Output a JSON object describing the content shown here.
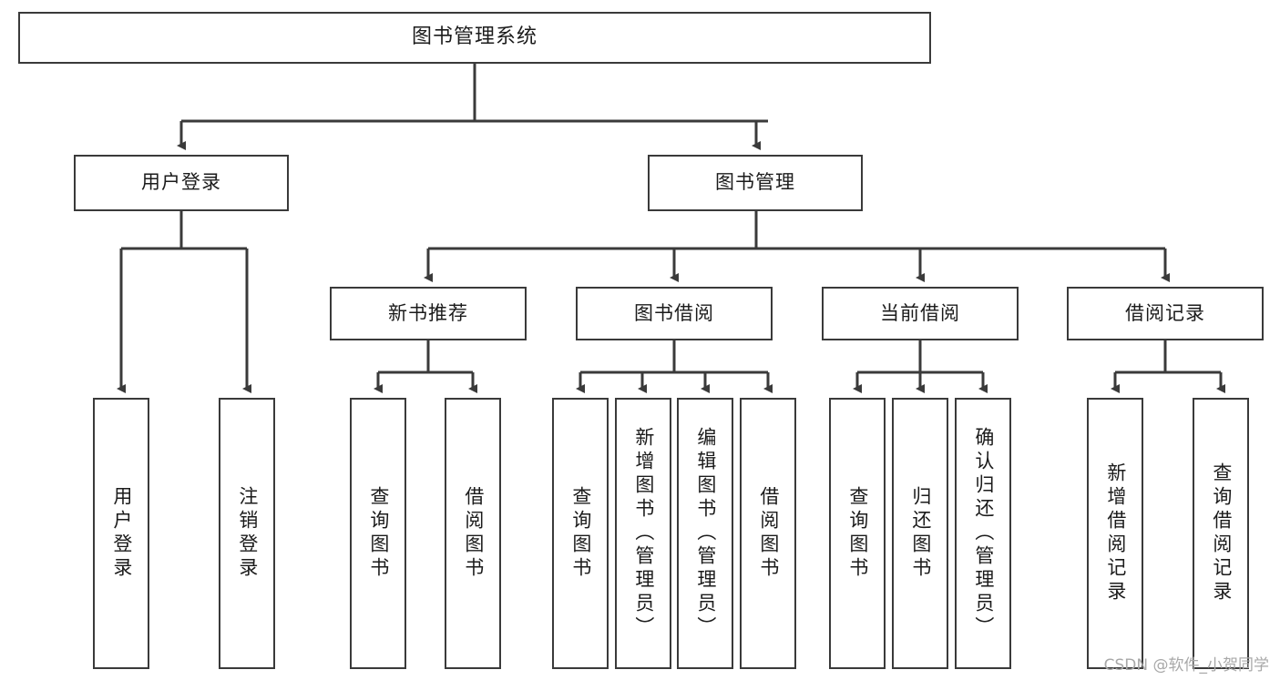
{
  "diagram": {
    "title": "图书管理系统",
    "watermark": "CSDN @软件_小贺同学",
    "root": {
      "label": "图书管理系统"
    },
    "level1": [
      {
        "label": "用户登录"
      },
      {
        "label": "图书管理"
      }
    ],
    "level2": [
      {
        "label": "新书推荐"
      },
      {
        "label": "图书借阅"
      },
      {
        "label": "当前借阅"
      },
      {
        "label": "借阅记录"
      }
    ],
    "leaves": {
      "user_login": [
        {
          "label": "用户登录"
        },
        {
          "label": "注销登录"
        }
      ],
      "new_book": [
        {
          "label": "查询图书"
        },
        {
          "label": "借阅图书"
        }
      ],
      "book_borrow": [
        {
          "label": "查询图书"
        },
        {
          "label": "新增图书（管理员）"
        },
        {
          "label": "编辑图书（管理员）"
        },
        {
          "label": "借阅图书"
        }
      ],
      "current_borrow": [
        {
          "label": "查询图书"
        },
        {
          "label": "归还图书"
        },
        {
          "label": "确认归还（管理员）"
        }
      ],
      "borrow_record": [
        {
          "label": "新增借阅记录"
        },
        {
          "label": "查询借阅记录"
        }
      ]
    }
  },
  "colors": {
    "stroke": "#3a3a3a",
    "background": "#ffffff",
    "text": "#1b1b1b",
    "watermark": "#a8a8a8"
  }
}
